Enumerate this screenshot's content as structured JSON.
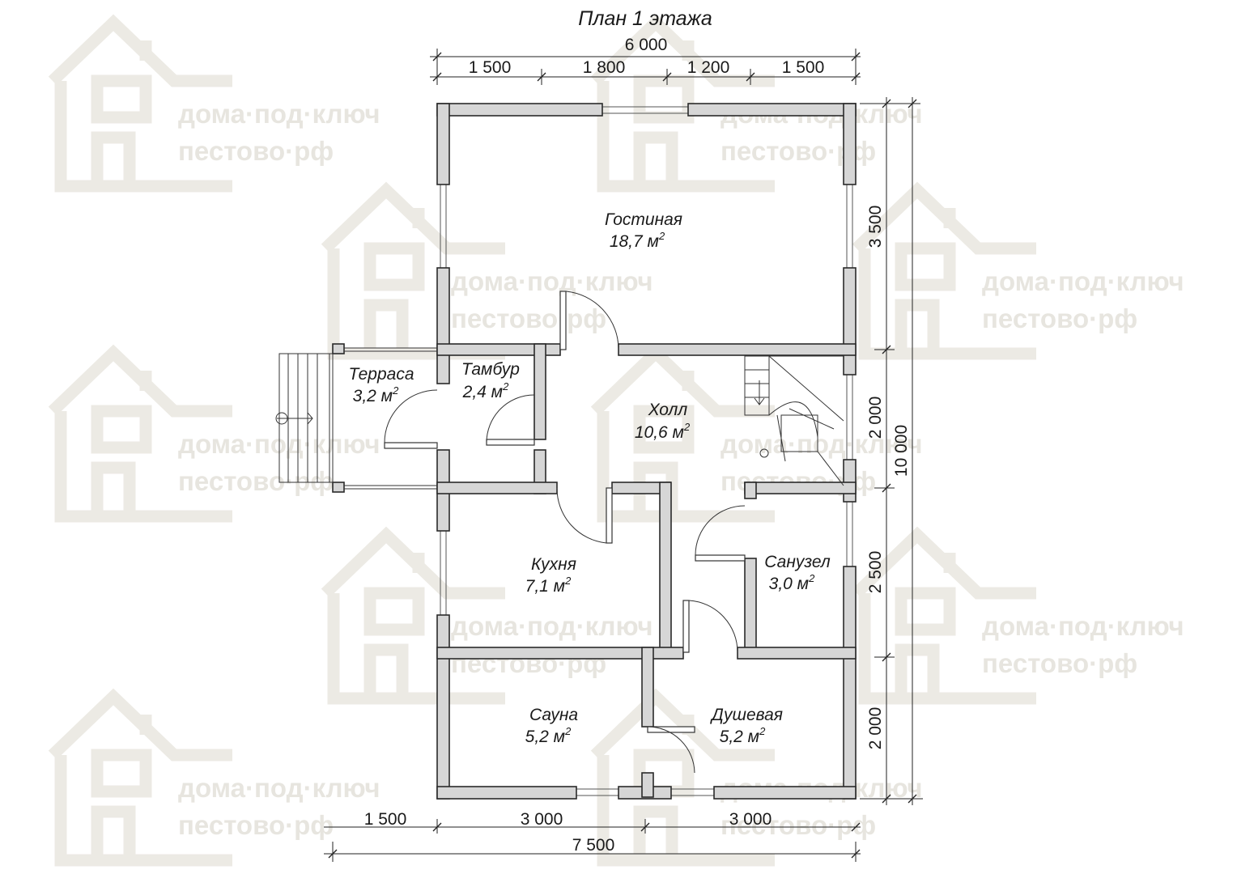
{
  "title": "План 1 этажа",
  "watermark": {
    "line1": "дома·под·ключ",
    "line2": "пестово·рф",
    "color": "#e7e5df",
    "icon": "house-logo-icon"
  },
  "rooms": [
    {
      "id": "gostinaya",
      "name": "Гостиная",
      "area": "18,7 м",
      "unit_sup": "2"
    },
    {
      "id": "terrasa",
      "name": "Терраса",
      "area": "3,2 м",
      "unit_sup": "2"
    },
    {
      "id": "tambur",
      "name": "Тамбур",
      "area": "2,4 м",
      "unit_sup": "2"
    },
    {
      "id": "holl",
      "name": "Холл",
      "area": "10,6 м",
      "unit_sup": "2"
    },
    {
      "id": "kuhnya",
      "name": "Кухня",
      "area": "7,1 м",
      "unit_sup": "2"
    },
    {
      "id": "sanuzel",
      "name": "Санузел",
      "area": "3,0 м",
      "unit_sup": "2"
    },
    {
      "id": "sauna",
      "name": "Сауна",
      "area": "5,2 м",
      "unit_sup": "2"
    },
    {
      "id": "dushevaya",
      "name": "Душевая",
      "area": "5,2 м",
      "unit_sup": "2"
    }
  ],
  "dimensions": {
    "top_total": "6 000",
    "top_segments": [
      "1 500",
      "1 800",
      "1 200",
      "1 500"
    ],
    "right_total": "10 000",
    "right_segments": [
      "3 500",
      "2 000",
      "2 500",
      "2 000"
    ],
    "bottom_segments": [
      "1 500",
      "3 000",
      "3 000"
    ],
    "bottom_total": "7 500"
  }
}
